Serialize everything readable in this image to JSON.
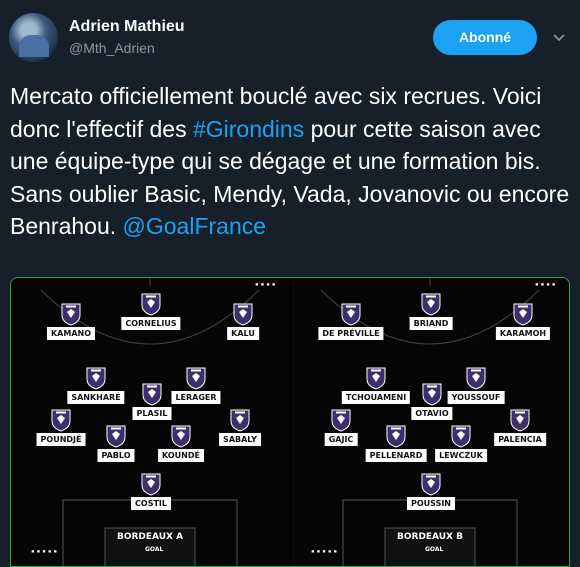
{
  "user": {
    "name": "Adrien Mathieu",
    "handle": "@Mth_Adrien"
  },
  "follow_button_label": "Abonné",
  "tweet": {
    "text_1": "Mercato officiellement bouclé avec six recrues. Voici donc l'effectif des ",
    "hashtag": "#Girondins",
    "text_2": " pour cette saison avec une équipe-type qui se dégage et une formation bis. Sans oublier Basic, Mendy, Vada, Jovanovic ou encore Benrahou. ",
    "mention": "@GoalFrance"
  },
  "colors": {
    "accent": "#1da1f2",
    "background": "#15202b",
    "secondary_text": "#8899a6",
    "border_green": "#27a844",
    "shield_purple": "#3d2f6e"
  },
  "lineup_a": {
    "team_name": "BORDEAUX A",
    "goal_label": "GOAL",
    "players": [
      "KAMANO",
      "CORNELIUS",
      "KALU",
      "SANKHARÉ",
      "PLASIL",
      "LERAGER",
      "POUNDJÉ",
      "PABLO",
      "KOUNDÉ",
      "SABALY",
      "COSTIL"
    ]
  },
  "lineup_b": {
    "team_name": "BORDEAUX B",
    "goal_label": "GOAL",
    "players": [
      "DE PRÉVILLE",
      "BRIAND",
      "KARAMOH",
      "TCHOUAMENI",
      "OTAVIO",
      "YOUSSOUF",
      "GAJIC",
      "PELLENARD",
      "LEWCZUK",
      "PALENCIA",
      "POUSSIN"
    ]
  }
}
